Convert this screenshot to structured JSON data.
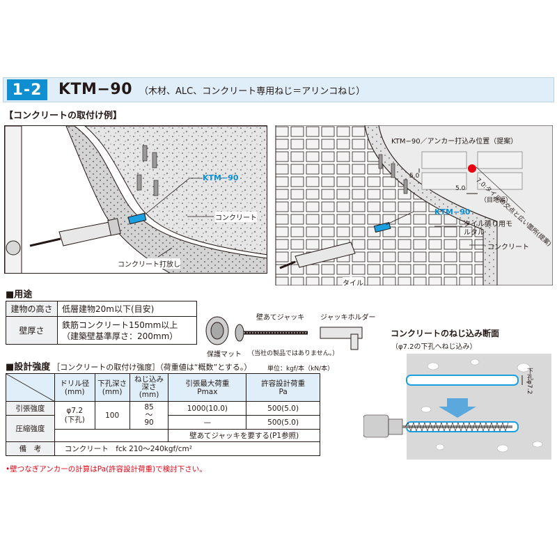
{
  "header": {
    "number": "1-2",
    "title": "KTM−90",
    "subtitle": "（木材、ALC、コンクリート専用ねじ＝アリンコねじ）"
  },
  "install_example": {
    "heading": "【コンクリートの取付け例】",
    "left": {
      "product_label": "KTM−90",
      "concrete_label": "コンクリート",
      "exposed_label": "コンクリート打放し"
    },
    "right": {
      "position_title": "KTM−90／アンカー打込み位置（提案）",
      "dim_v": "5.0",
      "dim_h": "5.0",
      "joint_width": "（目地幅）",
      "diag_text": "7.0:タイルの交点と広い箇所(提案)",
      "product_label": "KTM−90",
      "mortar_label": "タイル張り用モルタル",
      "concrete_label": "コンクリート",
      "tile_label": "タイル"
    }
  },
  "usage": {
    "heading": "■用途",
    "rows": [
      {
        "label": "建物の高さ",
        "value": "低層建物20m以下(目安)"
      },
      {
        "label": "壁厚さ",
        "value": "鉄筋コンクリート150mm以上\n（建築壁基準厚さ：200mm）"
      }
    ]
  },
  "parts": {
    "jack_label": "壁あてジャッキ",
    "holder_label": "ジャッキホルダー",
    "mat_label": "保護マット",
    "disclaimer": "（当社の製品ではありません。）"
  },
  "section_view": {
    "title": "コンクリートのねじ込み断面",
    "subtitle": "（φ7.2の下孔へねじ込み）",
    "hole_label": "下孔φ7.2"
  },
  "strength": {
    "heading": "■設計強度",
    "heading_sub": "［コンクリートの取付け強度］（荷重値は“概数”とする。）",
    "unit": "単位：kgf/本（kN/本）",
    "columns": [
      "ドリル径\n(mm)",
      "下孔深さ\n(mm)",
      "ねじ込み\n深さ\n(mm)",
      "引張最大荷重\nPmax",
      "許容設計荷重\nPa"
    ],
    "rows": [
      {
        "label": "引張強度",
        "drill": "φ7.2\n(下孔)",
        "depth": "100",
        "screw": "85\n〜\n90",
        "pmax": "1000(10.0)",
        "pa": "500(5.0)"
      },
      {
        "label": "圧縮強度",
        "pmax": "—",
        "pa": "500(5.0)"
      }
    ],
    "jack_note": "壁あてジャッキを要する(P1参照)",
    "remarks_label": "備　考",
    "remarks_value": "コンクリート　fck 210〜240kgf/cm²"
  },
  "footnote": "•壁つなぎアンカーの計算はPa(許容設計荷重)で検討下さい。"
}
